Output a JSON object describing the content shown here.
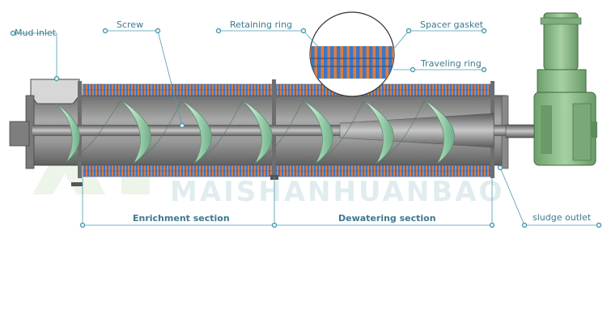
{
  "labels": {
    "mud_inlet": "Mud inlet",
    "screw": "Screw",
    "retaining_ring": "Retaining ring",
    "spacer_gasket": "Spacer gasket",
    "traveling_ring": "Traveling ring",
    "enrichment_section": "Enrichment section",
    "dewatering_section": "Dewatering section",
    "sludge_outlet": "sludge outlet"
  },
  "watermark": {
    "text": "MAISHANHUANBAO"
  },
  "colors": {
    "ring_blue": "#3a78c8",
    "ring_orange": "#e07d3c",
    "body_gray": "#8c8c8c",
    "motor_green": "#8fbf8a",
    "screw_green": "#a9d8b8",
    "leader": "#4a9bb0"
  }
}
